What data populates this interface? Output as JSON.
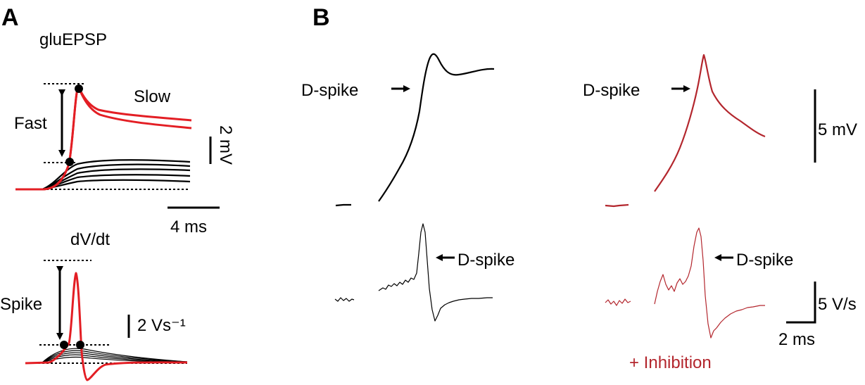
{
  "panels": {
    "a": "A",
    "b": "B"
  },
  "panel_a": {
    "title_top": "gluEPSP",
    "label_slow": "Slow",
    "label_fast": "Fast",
    "scale_voltage": "2 mV",
    "scale_time": "4 ms",
    "title_bottom": "dV/dt",
    "label_spike": "Spike",
    "scale_rate": "2 Vs⁻¹"
  },
  "panel_b": {
    "dspike_1": "D-spike",
    "dspike_2": "D-spike",
    "dspike_3": "D-spike",
    "dspike_4": "D-spike",
    "scale_voltage": "5 mV",
    "scale_rate": "5 V/s",
    "scale_time": "2 ms",
    "condition": "+ Inhibition"
  },
  "colors": {
    "black": "#000000",
    "bright_red": "#e31e24",
    "dark_red": "#b3262d"
  }
}
